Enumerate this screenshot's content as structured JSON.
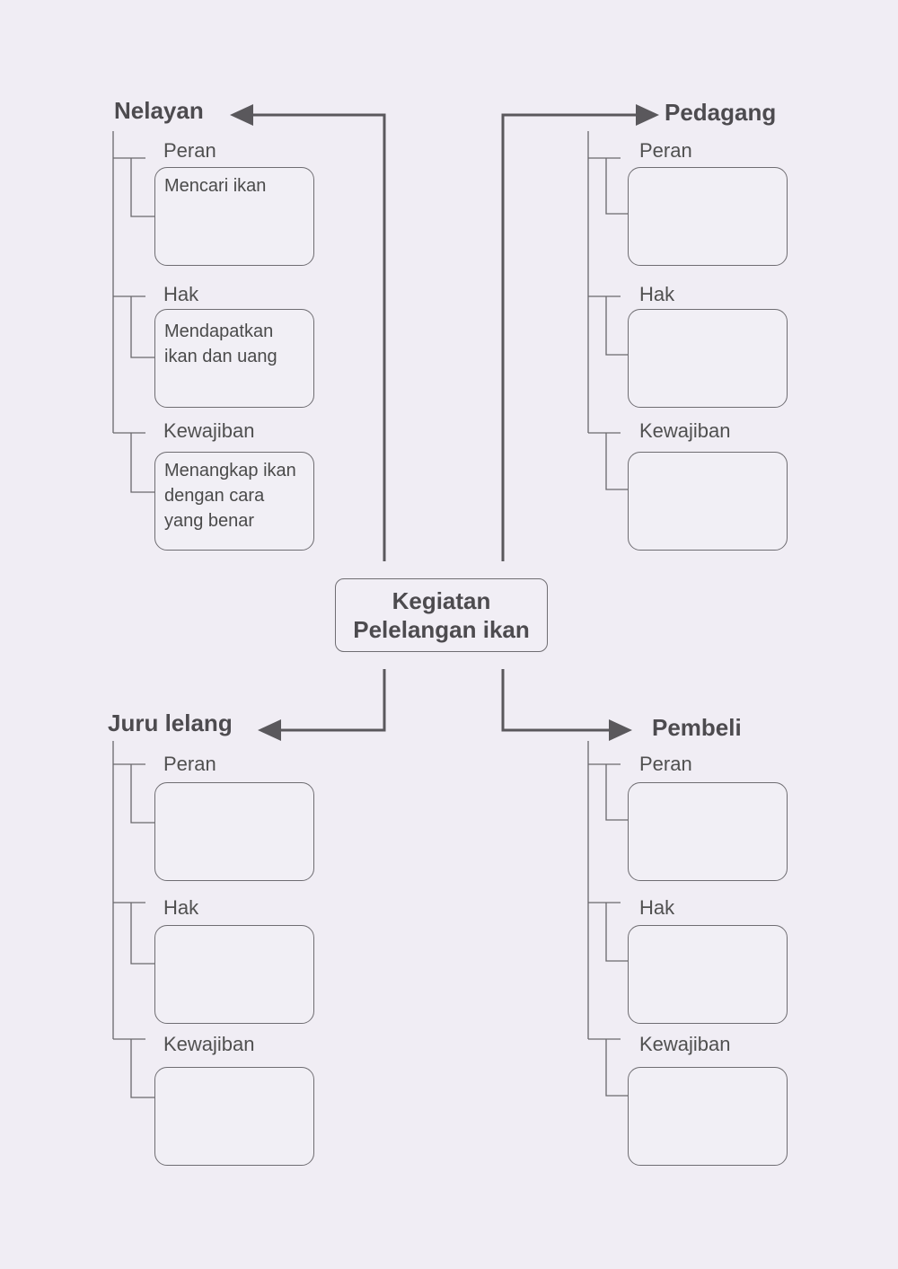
{
  "center": {
    "line1": "Kegiatan",
    "line2": "Pelelangan ikan"
  },
  "sections": {
    "nelayan": {
      "title": "Nelayan",
      "peran_label": "Peran",
      "peran_value": "Mencari ikan",
      "hak_label": "Hak",
      "hak_value": "Mendapatkan\nikan dan uang",
      "kewajiban_label": "Kewajiban",
      "kewajiban_value": "Menangkap ikan\ndengan cara\nyang benar"
    },
    "pedagang": {
      "title": "Pedagang",
      "peran_label": "Peran",
      "peran_value": "",
      "hak_label": "Hak",
      "hak_value": "",
      "kewajiban_label": "Kewajiban",
      "kewajiban_value": ""
    },
    "juru_lelang": {
      "title": "Juru lelang",
      "peran_label": "Peran",
      "peran_value": "",
      "hak_label": "Hak",
      "hak_value": "",
      "kewajiban_label": "Kewajiban",
      "kewajiban_value": ""
    },
    "pembeli": {
      "title": "Pembeli",
      "peran_label": "Peran",
      "peran_value": "",
      "hak_label": "Hak",
      "hak_value": "",
      "kewajiban_label": "Kewajiban",
      "kewajiban_value": ""
    }
  },
  "colors": {
    "background": "#f0edf4",
    "line": "#5a585c",
    "text": "#4a4a4a"
  }
}
